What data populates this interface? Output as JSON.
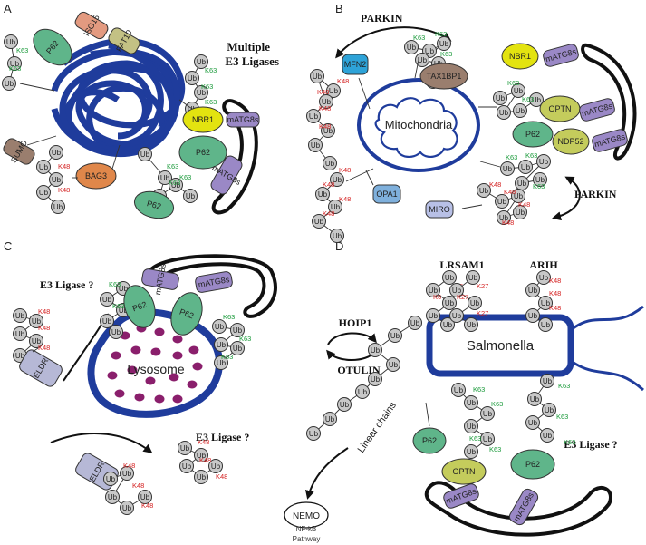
{
  "panels": {
    "a": "A",
    "b": "B",
    "c": "C",
    "d": "D"
  },
  "text": {
    "ub": "Ub",
    "k63": "K63",
    "k48": "K48",
    "k6": "K6",
    "k27": "K27",
    "p62": "P62",
    "isg15": "ISG15",
    "fat10": "FAT10",
    "sumo": "SUMO",
    "bag3": "BAG3",
    "nbr1": "NBR1",
    "matg8s": "mATG8s",
    "multiple": "Multiple",
    "e3ligases": "E3 Ligases",
    "parkin": "PARKIN",
    "mfn2": "MFN2",
    "tax1bp1": "TAX1BP1",
    "optn": "OPTN",
    "ndp52": "NDP52",
    "mito": "Mitochondria",
    "opa1": "OPA1",
    "miro": "MIRO",
    "e3q": "E3 Ligase ?",
    "eldr": "ELDR",
    "lyso": "Lysosome",
    "lrsam1": "LRSAM1",
    "arih": "ARIH",
    "hoip1": "HOIP1",
    "otulin": "OTULIN",
    "salmonella": "Salmonella",
    "linear": "Linear chains",
    "nemo": "NEMO",
    "nfkb": "NF-kB",
    "pathway": "Pathway"
  },
  "colors": {
    "blue": "#1f3c9c",
    "green": "#5fb58a",
    "purple": "#9a88c6",
    "yellow": "#e3e310",
    "olive": "#c4cc5c",
    "orange": "#e0874a",
    "pink": "#e39a80",
    "khaki": "#c3c184",
    "brown": "#9a7e6e",
    "mfn2": "#2ea3d8",
    "opa1": "#7fb0dc",
    "miro": "#b8c0e6",
    "eldr": "#b6b8d6",
    "lysodot": "#8a1f6c"
  }
}
